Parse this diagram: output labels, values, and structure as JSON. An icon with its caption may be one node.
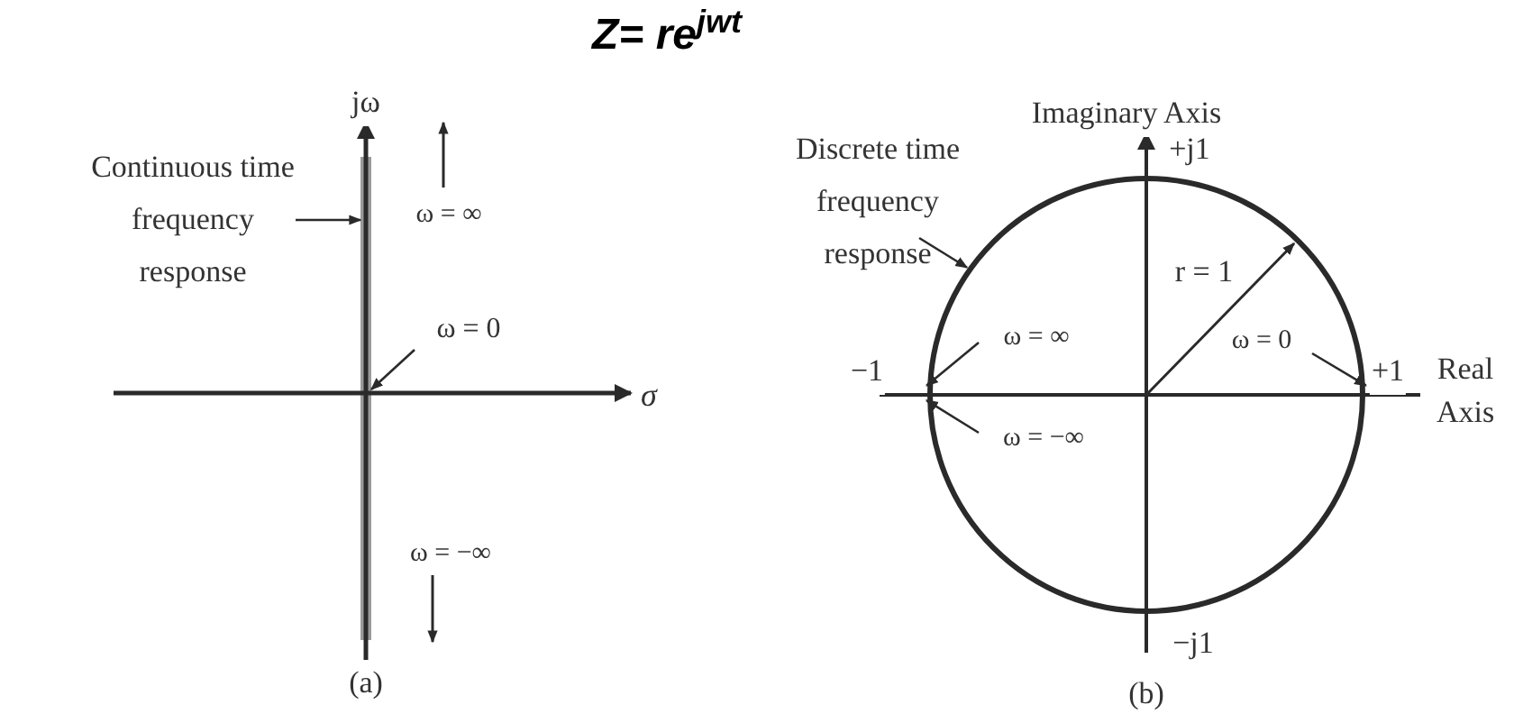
{
  "diagram": {
    "title": "Z= re$^{jwt}$",
    "nodes": [
      {
        "text": [
          "Continuous time frequency response"
        ]
      },
      {
        "text": [],
        "shape": "bar"
      },
      {
        "text": [
          "ω = 0"
        ]
      },
      {
        "text": [
          "Discrete time frequency response"
        ]
      },
      {
        "text": [],
        "shape": "circle"
      },
      {
        "text": [
          "ω = ∞"
        ],
        "in": 4
      },
      {
        "text": [
          "ω = −∞"
        ],
        "in": 4
      },
      {
        "text": [
          "ω = 0"
        ],
        "in": 4
      }
    ],
    "edges": [
      {
        "from": 0,
        "to": 1,
        "arrow": "to"
      },
      {
        "from": 2,
        "to": 1,
        "arrow": "to"
      },
      {
        "from": 3,
        "to": 4,
        "arrow": "to"
      },
      {
        "from": 5,
        "to": 4,
        "arrow": "to"
      },
      {
        "from": 6,
        "to": 4,
        "arrow": "to"
      },
      {
        "from": 7,
        "to": 4,
        "arrow": "to"
      }
    ],
    "labels": [
      "jω",
      "σ",
      "ω = ∞",
      "ω = −∞",
      "(a)",
      "Imaginary Axis",
      "+j1",
      "r = 1",
      "−1",
      "+1",
      "Real Axis",
      "−j1",
      "(b)"
    ]
  }
}
